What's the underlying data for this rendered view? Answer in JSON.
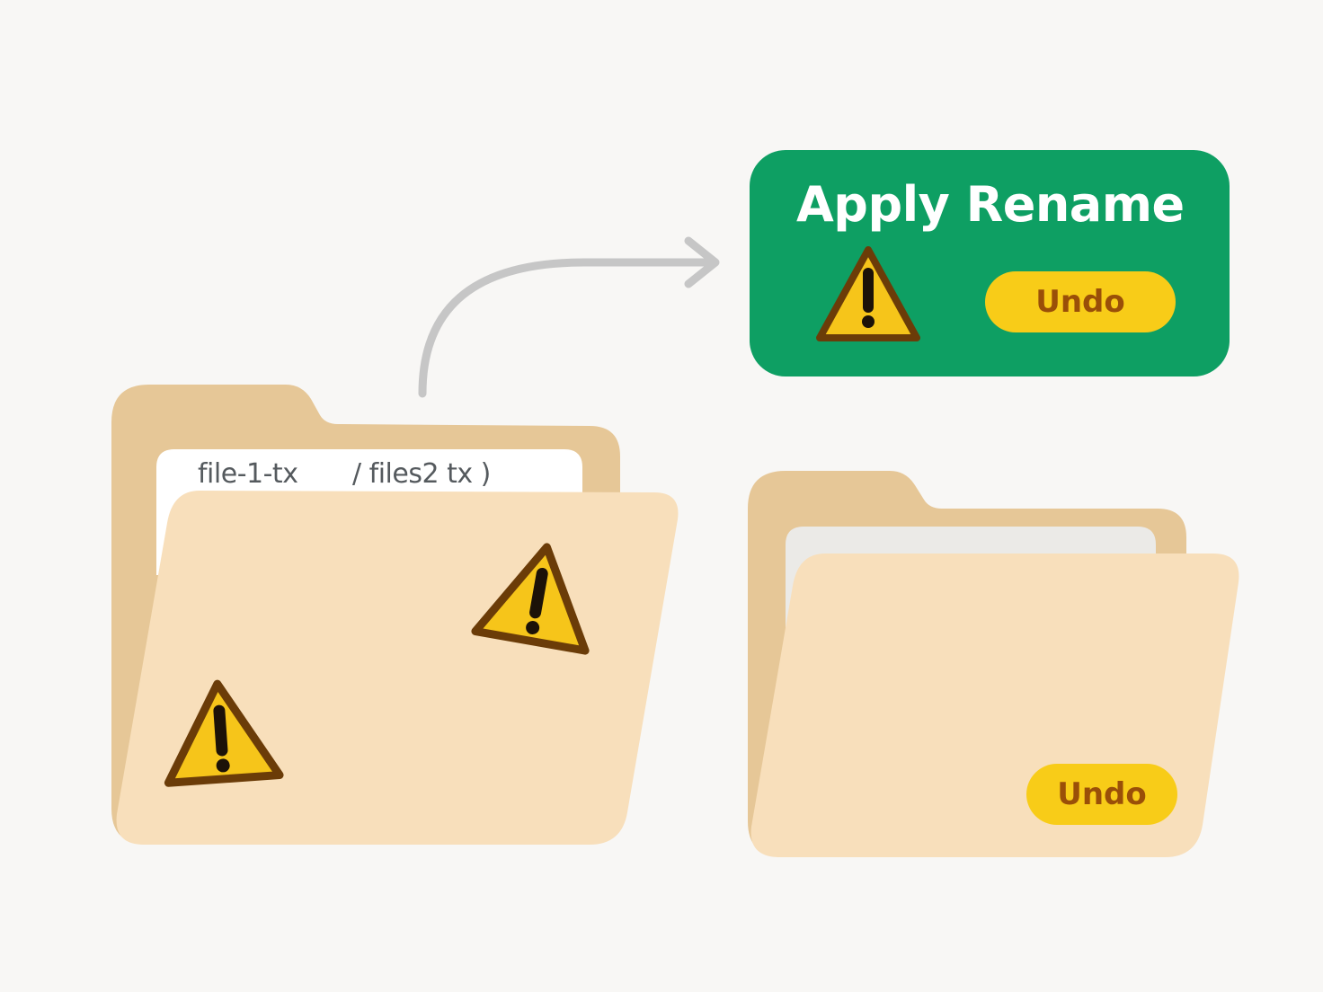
{
  "panel": {
    "title": "Apply Rename",
    "undo_label": "Undo",
    "color": "#0e9f63"
  },
  "left_folder": {
    "files": [
      {
        "name": "file-1-tx"
      },
      {
        "name": "/ files2 tx )"
      }
    ],
    "warnings": [
      "warning-icon",
      "warning-icon"
    ]
  },
  "right_folder": {
    "undo_label": "Undo"
  },
  "arrow": {
    "icon": "curved-arrow-right"
  },
  "colors": {
    "background": "#f8f7f5",
    "folder_back": "#e6c797",
    "folder_front": "#f8dfbb",
    "warning_fill": "#f6c51a",
    "warning_stroke": "#6b3c08",
    "pill_fill": "#f8cc18",
    "pill_text": "#9a4f08"
  }
}
